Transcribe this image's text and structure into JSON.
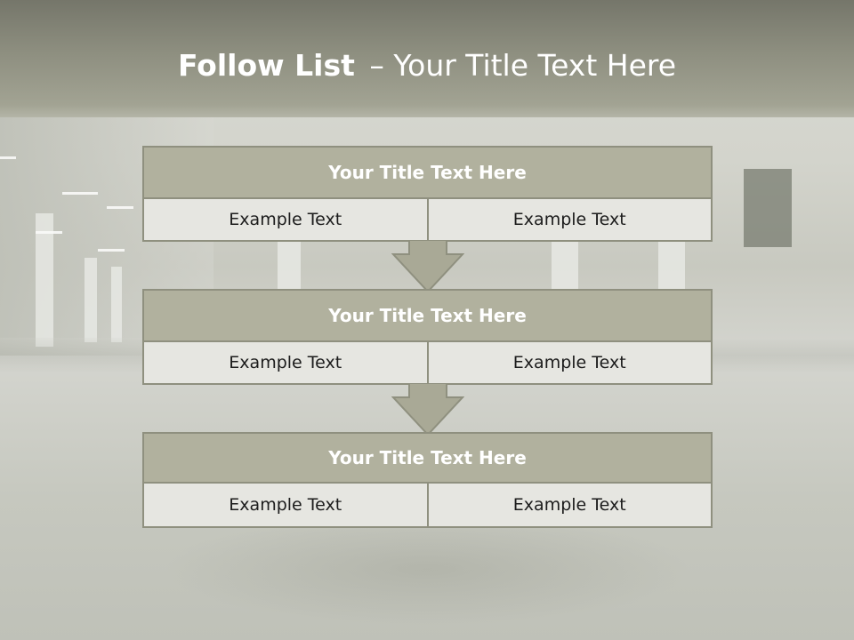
{
  "slide": {
    "title_bold": "Follow List",
    "title_separator": "–",
    "title_rest": "Your Title Text Here"
  },
  "steps": [
    {
      "title": "Your Title Text Here",
      "left": "Example Text",
      "right": "Example Text"
    },
    {
      "title": "Your Title Text Here",
      "left": "Example Text",
      "right": "Example Text"
    },
    {
      "title": "Your Title Text Here",
      "left": "Example Text",
      "right": "Example Text"
    }
  ],
  "colors": {
    "header_band": "#8e8f80",
    "box_title": "#b1b19e",
    "box_cell": "#e6e6e1",
    "border": "#8f907f",
    "arrow": "#a9a996"
  }
}
